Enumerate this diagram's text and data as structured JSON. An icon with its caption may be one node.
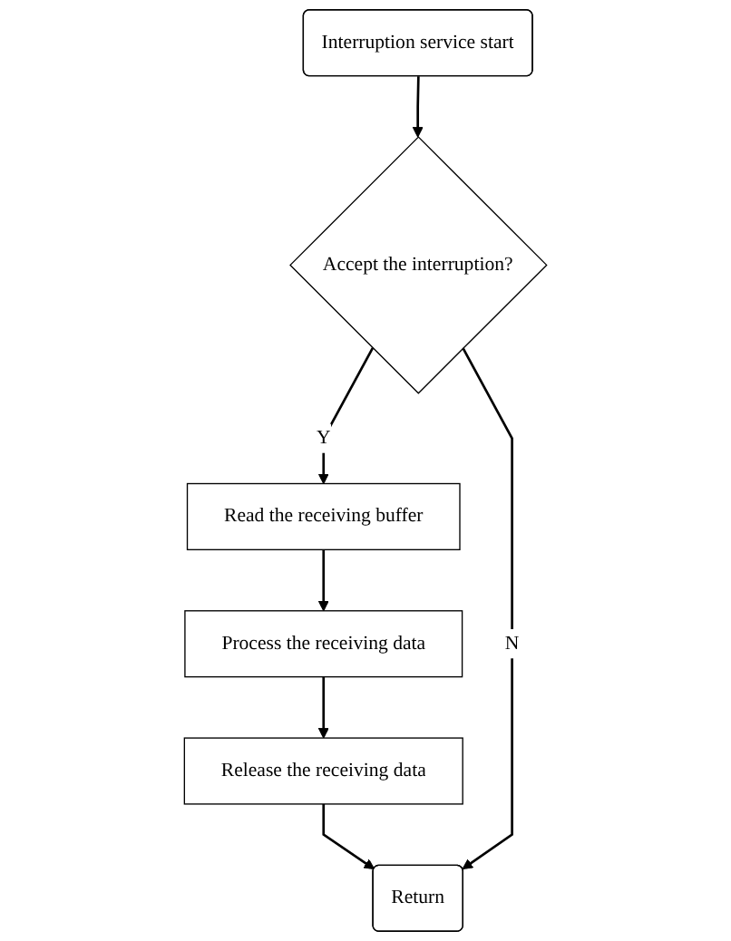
{
  "diagram": {
    "nodes": [
      {
        "text": [
          "Interruption service start"
        ]
      },
      {
        "text": [
          "Accept the interruption?"
        ]
      },
      {
        "text": [
          "Read the receiving buffer"
        ]
      },
      {
        "text": [
          "Process the receiving data"
        ]
      },
      {
        "text": [
          "Release the receiving data"
        ]
      },
      {
        "text": [
          "Return"
        ]
      }
    ],
    "edges": [
      {
        "from": 0,
        "to": 1,
        "arrow": "to"
      },
      {
        "from": 1,
        "to": 2,
        "label": "Y",
        "arrow": "to"
      },
      {
        "from": 2,
        "to": 3,
        "arrow": "to"
      },
      {
        "from": 3,
        "to": 4,
        "arrow": "to"
      },
      {
        "from": 4,
        "to": 5,
        "arrow": "to"
      },
      {
        "from": 1,
        "to": 5,
        "label": "N",
        "arrow": "to"
      }
    ]
  }
}
